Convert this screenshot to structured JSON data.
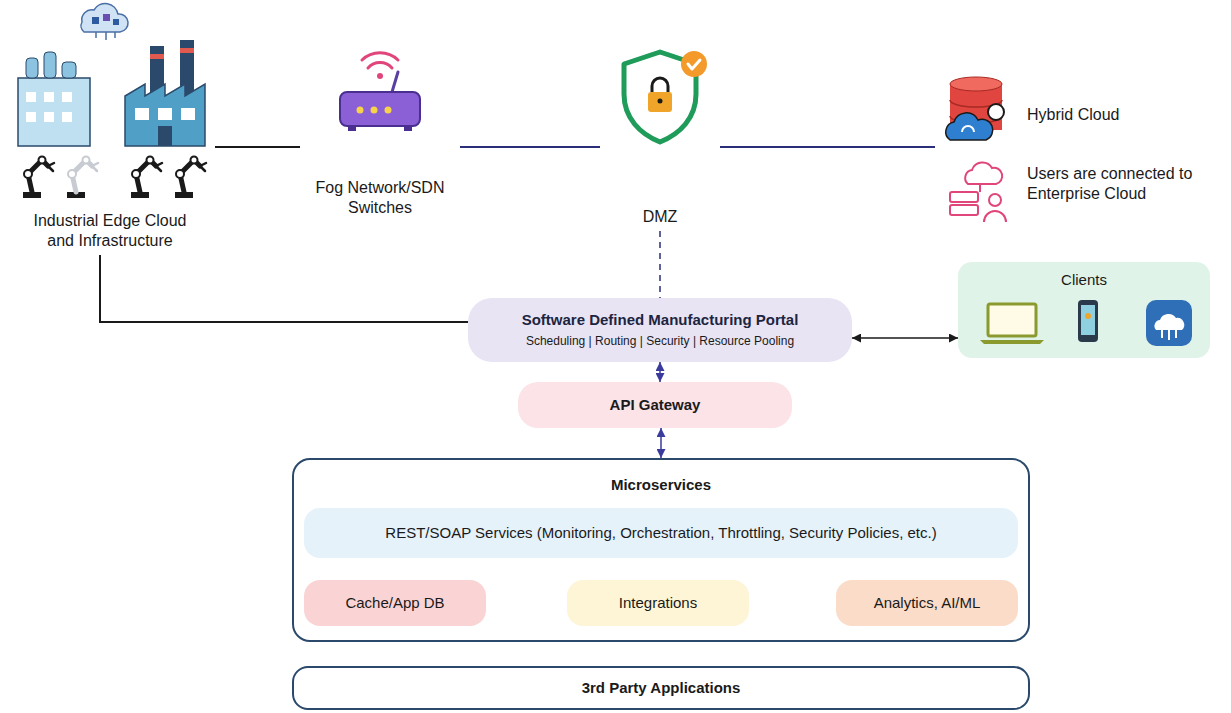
{
  "diagram": {
    "nodes": [
      {
        "text": [
          "Industrial Edge Cloud and Infrastructure"
        ]
      },
      {
        "text": [
          "Fog Network/SDN Switches"
        ]
      },
      {
        "text": [
          "DMZ"
        ]
      },
      {
        "text": [
          "Hybrid Cloud"
        ]
      },
      {
        "text": [
          "Users are connected to Enterprise Cloud"
        ]
      },
      {
        "text": [
          "Software Defined Manufacturing Portal",
          "Scheduling | Routing | Security | Resource Pooling"
        ]
      },
      {
        "text": [
          "Clients"
        ]
      },
      {
        "text": [
          "API Gateway"
        ]
      },
      {
        "text": [
          "Microservices"
        ]
      },
      {
        "text": [
          "REST/SOAP Services (Monitoring, Orchestration, Throttling, Security Policies, etc.)"
        ],
        "in": 8
      },
      {
        "text": [
          "Cache/App DB"
        ],
        "in": 8
      },
      {
        "text": [
          "Integrations"
        ],
        "in": 8
      },
      {
        "text": [
          "Analytics, AI/ML"
        ],
        "in": 8
      },
      {
        "text": [
          "3rd Party Applications"
        ]
      }
    ],
    "edges": [
      {
        "from": 0,
        "to": 1,
        "arrow": "none"
      },
      {
        "from": 1,
        "to": 2,
        "arrow": "none"
      },
      {
        "from": 2,
        "to": 3,
        "arrow": "none"
      },
      {
        "from": 2,
        "to": 5,
        "arrow": "none"
      },
      {
        "from": 0,
        "to": 5,
        "arrow": "none"
      },
      {
        "from": 5,
        "to": 6,
        "arrow": "both"
      },
      {
        "from": 5,
        "to": 7,
        "arrow": "both"
      },
      {
        "from": 7,
        "to": 8,
        "arrow": "both"
      }
    ]
  }
}
